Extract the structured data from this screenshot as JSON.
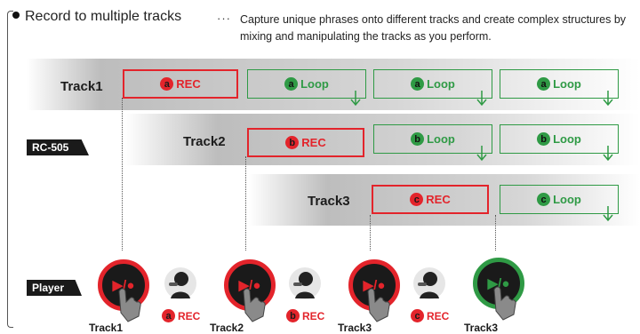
{
  "heading": "Record to multiple tracks",
  "desc_lead": "···",
  "description": "Capture unique phrases onto different tracks and create complex structures by mixing and manipulating the tracks as you perform.",
  "device_tags": {
    "rc505": "RC-505",
    "player": "Player"
  },
  "tracks": [
    {
      "label": "Track1",
      "rec": "REC",
      "rec_badge": "a",
      "loops": [
        "Loop",
        "Loop",
        "Loop"
      ]
    },
    {
      "label": "Track2",
      "rec": "REC",
      "rec_badge": "b",
      "loops": [
        "Loop",
        "Loop"
      ]
    },
    {
      "label": "Track3",
      "rec": "REC",
      "rec_badge": "c",
      "loops": [
        "Loop"
      ]
    }
  ],
  "player_buttons": [
    {
      "label": "Track1",
      "glyph": "▶/●"
    },
    {
      "label": "Track2",
      "glyph": "▶/●"
    },
    {
      "label": "Track3",
      "glyph": "▶/●"
    },
    {
      "label": "Track3",
      "glyph": "▶/●"
    }
  ],
  "singers": [
    {
      "badge": "a",
      "label": "REC"
    },
    {
      "badge": "b",
      "label": "REC"
    },
    {
      "badge": "c",
      "label": "REC"
    }
  ],
  "colors": {
    "rec": "#e3242b",
    "loop": "#2f9a45",
    "dark": "#1a1a1a"
  }
}
